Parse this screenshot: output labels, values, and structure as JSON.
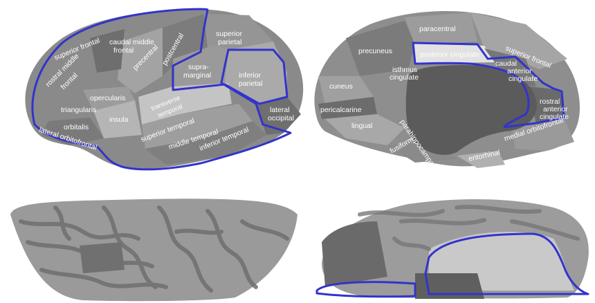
{
  "figure": {
    "lateral_view": {
      "labels": {
        "superior_frontal": "superior frontal",
        "caudal_middle_frontal_1": "caudal middle",
        "caudal_middle_frontal_2": "frontal",
        "rostral_middle_frontal_1": "rostral middle",
        "rostral_middle_frontal_2": "frontal",
        "precentral": "precentral",
        "postcentral": "postcentral",
        "superior_parietal_1": "superior",
        "superior_parietal_2": "parietal",
        "supramarginal_1": "supra-",
        "supramarginal_2": "marginal",
        "inferior_parietal_1": "inferior",
        "inferior_parietal_2": "parietal",
        "opercularis": "opercularis",
        "triangularis": "triangularis",
        "insula": "insula",
        "transverse_temporal_1": "transverse",
        "transverse_temporal_2": "temporal",
        "orbitalis": "orbitalis",
        "lateral_orbitofrontal": "lateral orbitofrontal",
        "superior_temporal": "superior temporal",
        "middle_temporal": "middle temporal",
        "inferior_temporal": "inferior temporal",
        "lateral_occipital_1": "lateral",
        "lateral_occipital_2": "occipital"
      }
    },
    "medial_view": {
      "labels": {
        "paracentral": "paracentral",
        "superior_frontal": "superior frontal",
        "precuneus": "precuneus",
        "posterior_cingulate": "posterior cingulate",
        "isthmus_cingulate_1": "isthmus",
        "isthmus_cingulate_2": "cingulate",
        "caudal_anterior_cingulate_1": "caudal",
        "caudal_anterior_cingulate_2": "anterior",
        "caudal_anterior_cingulate_3": "cingulate",
        "cuneus": "cuneus",
        "pericalcarine": "pericalcarine",
        "lingual": "lingual",
        "rostral_anterior_cingulate_1": "rostral",
        "rostral_anterior_cingulate_2": "anterior",
        "rostral_anterior_cingulate_3": "cingulate",
        "medial_orbitofrontal": "medial orbitofrontal",
        "parahippocampal": "parahippocampal",
        "fusiform": "fusiform",
        "entorhinal": "entorhinal"
      }
    },
    "colors": {
      "outline": "#3333cc",
      "label": "#ffffff",
      "background": "#ffffff"
    }
  }
}
